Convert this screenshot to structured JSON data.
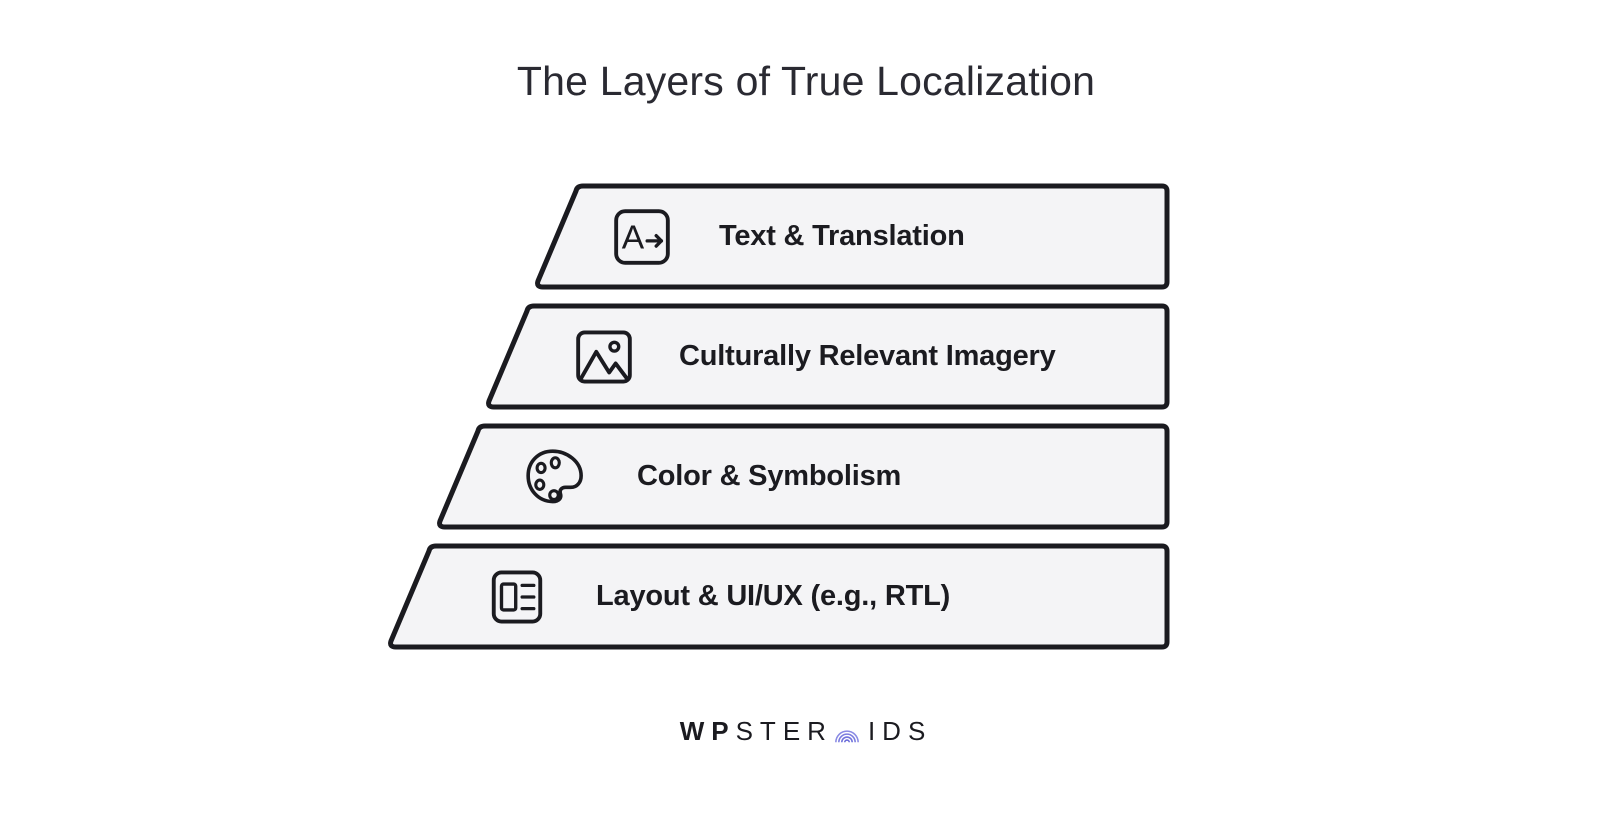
{
  "page": {
    "background_color": "#ffffff",
    "title": "The Layers of True Localization"
  },
  "pyramid": {
    "layer_fill_color": "#f4f4f6",
    "layer_border_color": "#1b1b20",
    "layers": [
      {
        "label": "Text & Translation",
        "icon": "translate-icon",
        "icon_glyph": "A→",
        "order": 1
      },
      {
        "label": "Culturally Relevant Imagery",
        "icon": "image-icon",
        "icon_glyph": "picture",
        "order": 2
      },
      {
        "label": "Color & Symbolism",
        "icon": "palette-icon",
        "icon_glyph": "palette",
        "order": 3
      },
      {
        "label": "Layout & UI/UX (e.g., RTL)",
        "icon": "layout-icon",
        "icon_glyph": "layout",
        "order": 4
      }
    ]
  },
  "footer": {
    "logo": {
      "part_bold": "WP",
      "part_light_1": "STER",
      "mark": "arc-mark-icon",
      "mark_color": "#7b7ce0",
      "part_light_2": "IDS",
      "full_text": "WPSTEROIDS"
    }
  }
}
